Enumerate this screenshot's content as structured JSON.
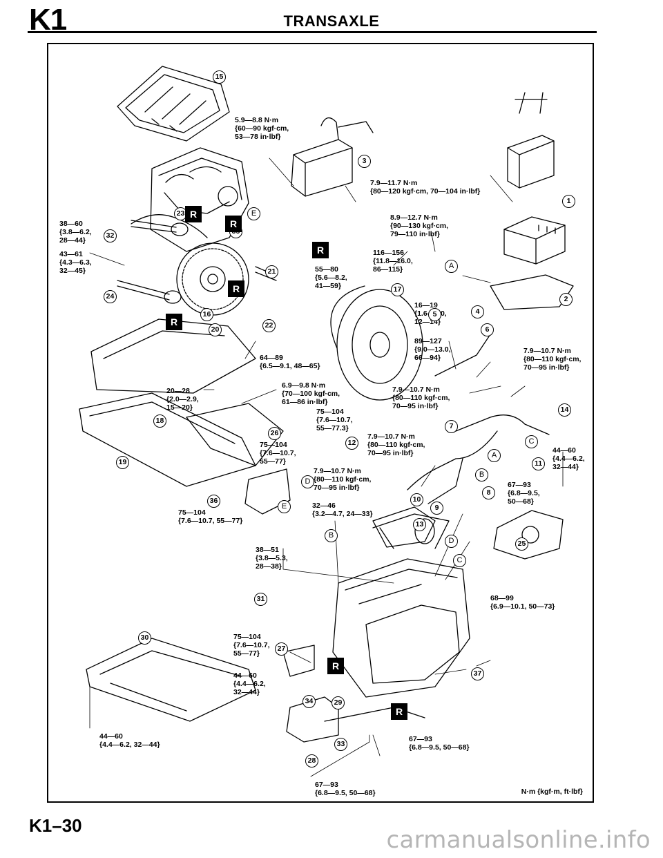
{
  "header": {
    "section_code": "K1",
    "title": "TRANSAXLE"
  },
  "callouts": [
    "1",
    "2",
    "3",
    "4",
    "5",
    "6",
    "7",
    "8",
    "9",
    "10",
    "11",
    "12",
    "13",
    "14",
    "15",
    "16",
    "17",
    "18",
    "19",
    "20",
    "21",
    "22",
    "23",
    "24",
    "25",
    "26",
    "27",
    "28",
    "29",
    "30",
    "31",
    "32",
    "33",
    "34",
    "35",
    "36",
    "37"
  ],
  "reference_letters": [
    "A",
    "B",
    "C",
    "D",
    "E"
  ],
  "replace_marker": "R",
  "torque_specs": {
    "t01": "5.9—8.8 N·m\n{60—90 kgf·cm,\n53—78 in·lbf}",
    "t02": "7.9—11.7 N·m\n{80—120 kgf·cm, 70—104 in·lbf}",
    "t03": "8.9—12.7 N·m\n{90—130 kgf·cm,\n79—110 in·lbf}",
    "t04": "38—60\n{3.8—6.2,\n28—44}",
    "t05": "43—61\n{4.3—6.3,\n32—45}",
    "t06": "116—156\n{11.8—16.0,\n86—115}",
    "t07": "55—80\n{5.6—8.2,\n41—59}",
    "t08": "16—19\n{1.6—2.0,\n12—14}",
    "t09": "89—127\n{9.0—13.0,\n66—94}",
    "t10": "64—89\n{6.5—9.1, 48—65}",
    "t11": "7.9—10.7 N·m\n{80—110 kgf·cm,\n70—95 in·lbf}",
    "t12": "20—28\n{2.0—2.9,\n15—20}",
    "t13": "6.9—9.8 N·m\n{70—100 kgf·cm,\n61—86 in·lbf}",
    "t14": "7.9—10.7 N·m\n{80—110 kgf·cm,\n70—95 in·lbf}",
    "t15": "75—104\n{7.6—10.7,\n55—77.3}",
    "t16": "75—104\n{7.6—10.7,\n55—77}",
    "t17": "7.9—10.7 N·m\n{80—110 kgf·cm,\n70—95 in·lbf}",
    "t18": "44—60\n{4.4—6.2,\n32—44}",
    "t19": "7.9—10.7 N·m\n{80—110 kgf·cm,\n70—95 in·lbf}",
    "t20": "67—93\n{6.8—9.5,\n50—68}",
    "t21": "75—104\n{7.6—10.7, 55—77}",
    "t22": "32—46\n{3.2—4.7, 24—33}",
    "t23": "38—51\n{3.8—5.3,\n28—38}",
    "t24": "68—99\n{6.9—10.1, 50—73}",
    "t25": "75—104\n{7.6—10.7,\n55—77}",
    "t26": "44—60\n{4.4—6.2,\n32—44}",
    "t27": "44—60\n{4.4—6.2, 32—44}",
    "t28": "67—93\n{6.8—9.5, 50—68}",
    "t29": "67—93\n{6.8—9.5, 50—68}"
  },
  "units_note": "N·m {kgf·m, ft·lbf}",
  "footer": {
    "page_number": "K1–30",
    "watermark": "carmanualsonline.info"
  }
}
